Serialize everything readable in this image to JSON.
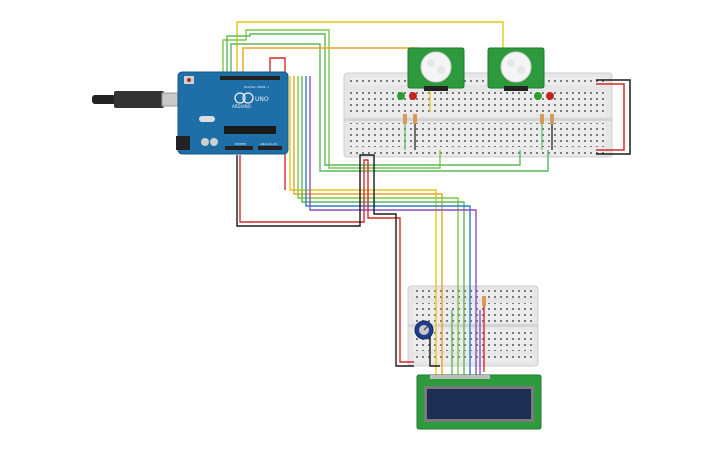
{
  "circuit": {
    "arduino": {
      "brand_label": "ARDUINO",
      "model_label": "UNO",
      "digital_label": "DIGITAL (PWM~)",
      "power_label": "POWER",
      "analog_label": "ANALOG IN"
    },
    "components": [
      {
        "name": "arduino-uno",
        "kind": "Arduino Uno"
      },
      {
        "name": "usb-cable",
        "kind": "USB cable"
      },
      {
        "name": "pir-sensor-left",
        "kind": "PIR motion sensor"
      },
      {
        "name": "pir-sensor-right",
        "kind": "PIR motion sensor"
      },
      {
        "name": "breadboard-main",
        "kind": "full-size breadboard"
      },
      {
        "name": "breadboard-small",
        "kind": "half-size breadboard"
      },
      {
        "name": "potentiometer",
        "kind": "potentiometer"
      },
      {
        "name": "lcd-16x2",
        "kind": "16x2 LCD display"
      },
      {
        "name": "led-green-1",
        "kind": "LED",
        "color": "#2e9e2e"
      },
      {
        "name": "led-red-1",
        "kind": "LED",
        "color": "#c0261e"
      },
      {
        "name": "led-green-2",
        "kind": "LED",
        "color": "#2e9e2e"
      },
      {
        "name": "led-red-2",
        "kind": "LED",
        "color": "#c0261e"
      }
    ],
    "wire_colors": {
      "yellow": "#e6c619",
      "orange": "#f0a020",
      "green": "#5cb85c",
      "lime": "#7ac943",
      "blue": "#2f7ec9",
      "purple": "#8a4fc4",
      "red": "#d42a2a",
      "black": "#1a1a1a"
    }
  }
}
